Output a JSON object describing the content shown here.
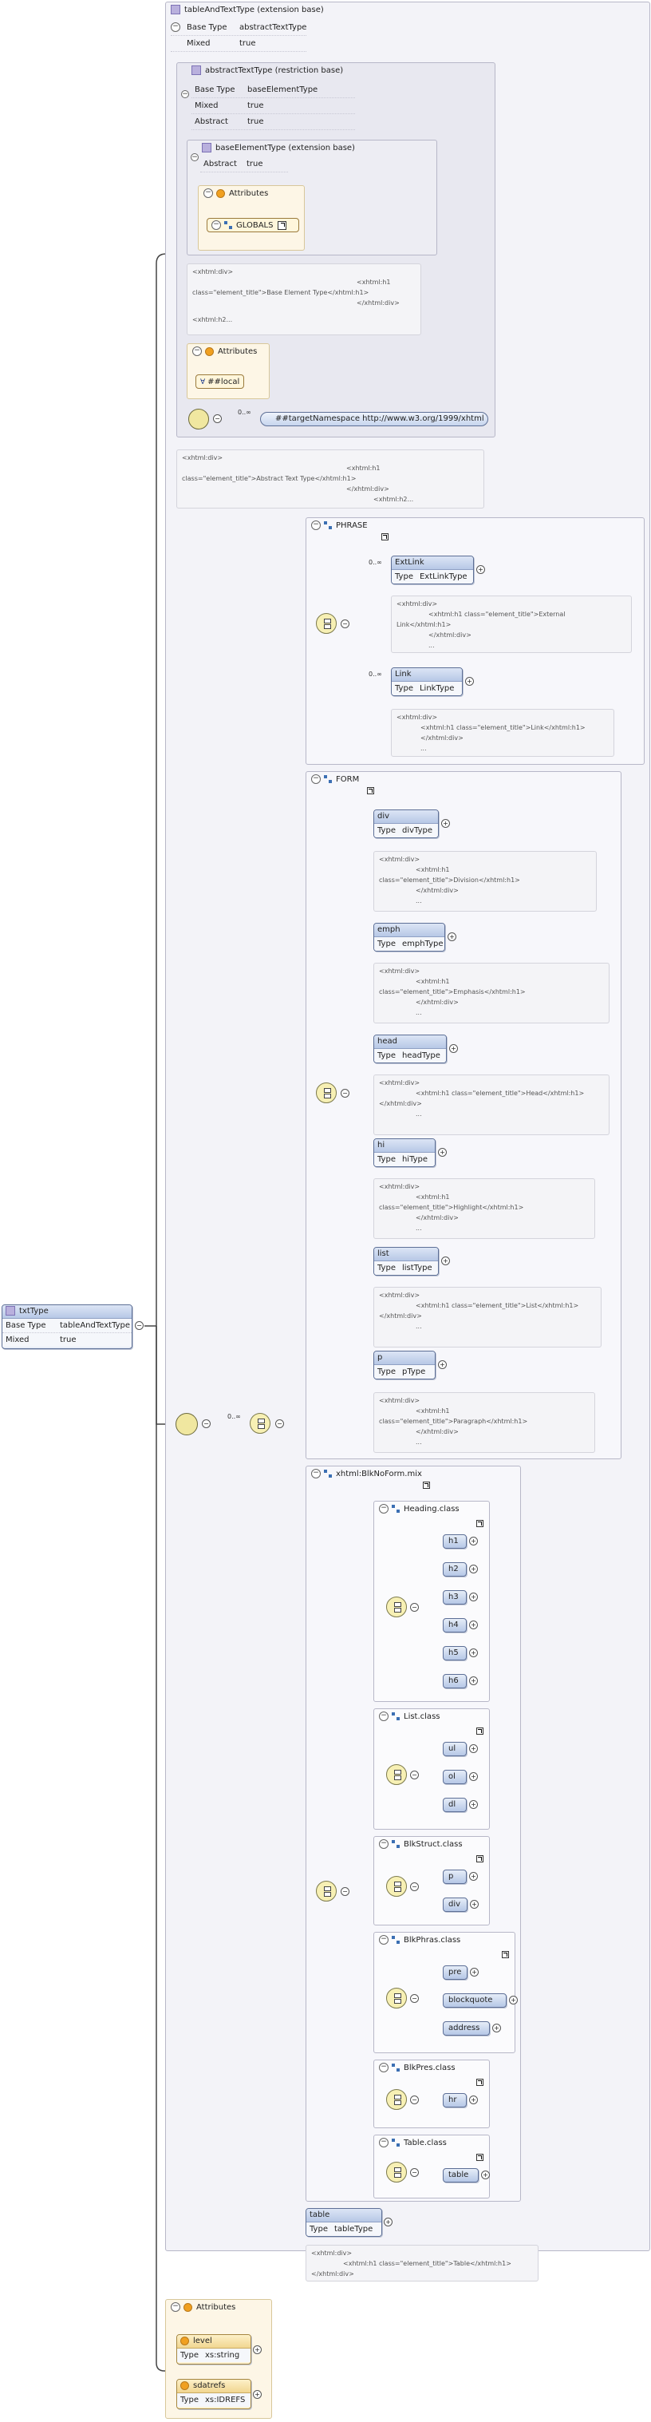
{
  "root": {
    "name": "txtType",
    "base_type_label": "Base Type",
    "base_type": "tableAndTextType",
    "mixed_label": "Mixed",
    "mixed": "true"
  },
  "table_and_text": {
    "title": "tableAndTextType (extension base)",
    "base_type_label": "Base Type",
    "base_type": "abstractTextType",
    "mixed_label": "Mixed",
    "mixed": "true"
  },
  "abstract_text": {
    "title": "abstractTextType (restriction base)",
    "base_type_label": "Base Type",
    "base_type": "baseElementType",
    "mixed_label": "Mixed",
    "mixed": "true",
    "abstract_label": "Abstract",
    "abstract": "true"
  },
  "base_element": {
    "title": "baseElementType (extension base)",
    "abstract_label": "Abstract",
    "abstract": "true",
    "attributes_label": "Attributes",
    "globals": "GLOBALS"
  },
  "notes": {
    "base_element": [
      "<xhtml:div>",
      "<xhtml:h1",
      "class=\"element_title\">Base Element Type</xhtml:h1>",
      "</xhtml:div>",
      "<xhtml:h2..."
    ],
    "abstract_text": [
      "<xhtml:div>",
      "<xhtml:h1",
      "class=\"element_title\">Abstract Text Type</xhtml:h1>",
      "</xhtml:div>",
      "<xhtml:h2..."
    ],
    "extlink": [
      "<xhtml:div>",
      "<xhtml:h1 class=\"element_title\">External",
      "Link</xhtml:h1>",
      "</xhtml:div>",
      "..."
    ],
    "link": [
      "<xhtml:div>",
      "<xhtml:h1 class=\"element_title\">Link</xhtml:h1>",
      "</xhtml:div>",
      "..."
    ],
    "div": [
      "<xhtml:div>",
      "<xhtml:h1",
      "class=\"element_title\">Division</xhtml:h1>",
      "</xhtml:div>",
      "..."
    ],
    "emph": [
      "<xhtml:div>",
      "<xhtml:h1",
      "class=\"element_title\">Emphasis</xhtml:h1>",
      "</xhtml:div>",
      "..."
    ],
    "head": [
      "<xhtml:div>",
      "<xhtml:h1 class=\"element_title\">Head</xhtml:h1>",
      "</xhtml:div>",
      "..."
    ],
    "hi": [
      "<xhtml:div>",
      "<xhtml:h1",
      "class=\"element_title\">Highlight</xhtml:h1>",
      "</xhtml:div>",
      "..."
    ],
    "list": [
      "<xhtml:div>",
      "<xhtml:h1 class=\"element_title\">List</xhtml:h1>",
      "</xhtml:div>",
      "..."
    ],
    "p": [
      "<xhtml:div>",
      "<xhtml:h1",
      "class=\"element_title\">Paragraph</xhtml:h1>",
      "</xhtml:div>",
      "..."
    ],
    "table": [
      "<xhtml:div>",
      "<xhtml:h1 class=\"element_title\">Table</xhtml:h1>",
      "</xhtml:div>"
    ]
  },
  "local_attrs": {
    "title": "Attributes",
    "local": "##local"
  },
  "any_attr": {
    "occurs": "0..∞",
    "namespace": "##targetNamespace http://www.w3.org/1999/xhtml"
  },
  "phrase": {
    "title": "PHRASE",
    "extlink": {
      "name": "ExtLink",
      "type": "ExtLinkType",
      "occurs": "0..∞"
    },
    "link": {
      "name": "Link",
      "type": "LinkType",
      "occurs": "0..∞"
    }
  },
  "form": {
    "title": "FORM",
    "items": [
      {
        "name": "div",
        "type": "divType"
      },
      {
        "name": "emph",
        "type": "emphType"
      },
      {
        "name": "head",
        "type": "headType"
      },
      {
        "name": "hi",
        "type": "hiType"
      },
      {
        "name": "list",
        "type": "listType"
      },
      {
        "name": "p",
        "type": "pType"
      }
    ]
  },
  "blk": {
    "title": "xhtml:BlkNoForm.mix",
    "heading": {
      "title": "Heading.class",
      "items": [
        "h1",
        "h2",
        "h3",
        "h4",
        "h5",
        "h6"
      ]
    },
    "list": {
      "title": "List.class",
      "items": [
        "ul",
        "ol",
        "dl"
      ]
    },
    "struct": {
      "title": "BlkStruct.class",
      "items": [
        "p",
        "div"
      ]
    },
    "phras": {
      "title": "BlkPhras.class",
      "items": [
        "pre",
        "blockquote",
        "address"
      ]
    },
    "pres": {
      "title": "BlkPres.class",
      "items": [
        "hr"
      ]
    },
    "table": {
      "title": "Table.class",
      "items": [
        "table"
      ]
    }
  },
  "table_el": {
    "name": "table",
    "type": "tableType"
  },
  "main_occurs": "0..∞",
  "labels": {
    "type": "Type"
  },
  "attrs": {
    "title": "Attributes",
    "level": {
      "name": "level",
      "type": "xs:string"
    },
    "sdatrefs": {
      "name": "sdatrefs",
      "type": "xs:IDREFS"
    }
  }
}
